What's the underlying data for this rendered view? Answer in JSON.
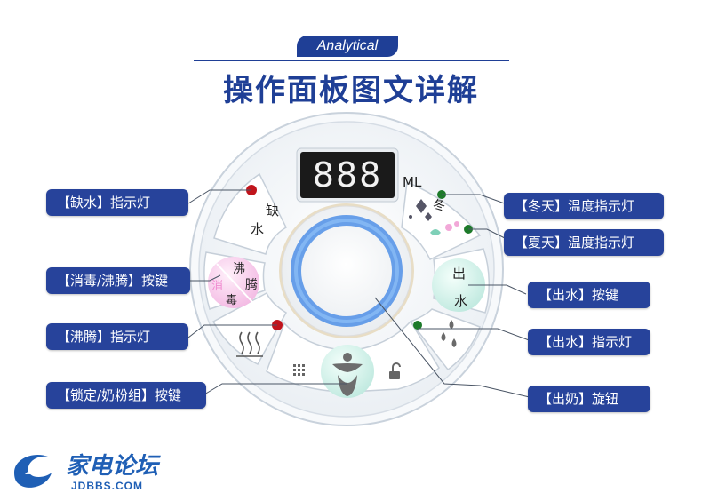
{
  "header": {
    "badge": "Analytical",
    "title": "操作面板图文详解"
  },
  "panel": {
    "display_digits": "888",
    "display_unit": "ML",
    "buttons": {
      "shortage": [
        "缺",
        "水"
      ],
      "winter": "冬",
      "boil_disinfect": {
        "main": [
          "沸",
          "腾"
        ],
        "secondary": [
          "消",
          "毒"
        ]
      },
      "water_out": [
        "出",
        "水"
      ]
    }
  },
  "labels": {
    "water_shortage_light": "【缺水】指示灯",
    "disinfect_boil_button": "【消毒/沸腾】按键",
    "boil_light": "【沸腾】指示灯",
    "lock_formula_button": "【锁定/奶粉组】按键",
    "winter_temp_light": "【冬天】温度指示灯",
    "summer_temp_light": "【夏天】温度指示灯",
    "water_out_button": "【出水】按键",
    "water_out_light": "【出水】指示灯",
    "milk_out_knob": "【出奶】旋钮"
  },
  "watermark": {
    "cn": "家电论坛",
    "en": "JDBBS.COM"
  },
  "colors": {
    "brand": "#1f3f96",
    "label_bg": "#27439b",
    "light_red": "#c0141c",
    "light_green": "#1d7a2a",
    "knob_ring": "#4f8fe6"
  }
}
